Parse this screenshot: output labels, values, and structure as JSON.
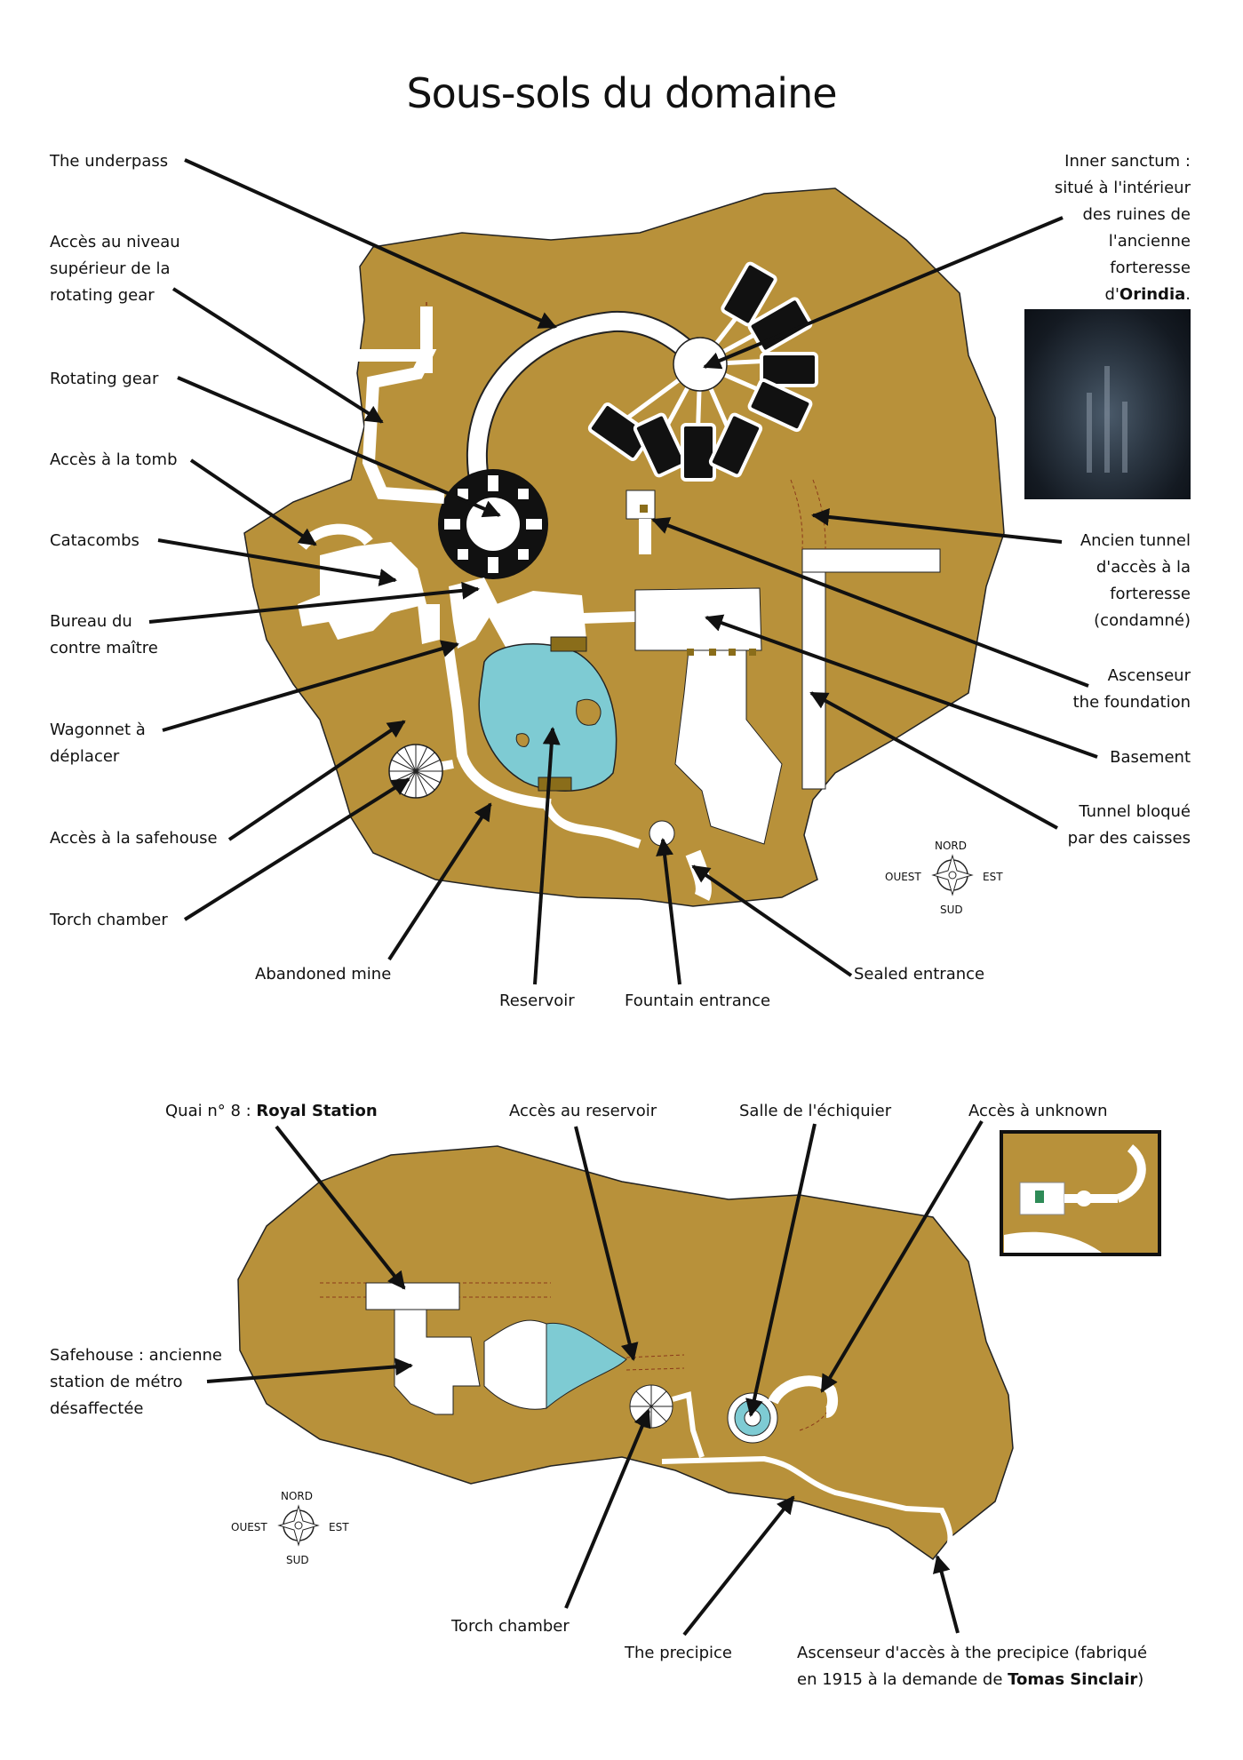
{
  "title": "Sous-sols du domaine",
  "upper_map": {
    "labels_left": [
      {
        "id": "underpass",
        "lines": [
          "The underpass"
        ]
      },
      {
        "id": "acces-niveau-sup",
        "lines": [
          "Accès au niveau",
          "supérieur de la",
          "rotating gear"
        ]
      },
      {
        "id": "rotating-gear",
        "lines": [
          "Rotating gear"
        ]
      },
      {
        "id": "acces-tomb",
        "lines": [
          "Accès à la tomb"
        ]
      },
      {
        "id": "catacombs",
        "lines": [
          "Catacombs"
        ]
      },
      {
        "id": "bureau",
        "lines": [
          "Bureau du",
          "contre maître"
        ]
      },
      {
        "id": "wagonnet",
        "lines": [
          "Wagonnet à",
          "déplacer"
        ]
      },
      {
        "id": "acces-safehouse",
        "lines": [
          "Accès à la safehouse"
        ]
      },
      {
        "id": "torch-chamber",
        "lines": [
          "Torch chamber"
        ]
      }
    ],
    "labels_right": [
      {
        "id": "inner-sanctum",
        "lines": [
          "Inner sanctum :",
          "situé à l'intérieur",
          "des ruines de",
          "l'ancienne",
          "forteresse"
        ],
        "last_prefix": "d'",
        "last_bold": "Orindia",
        "last_suffix": "."
      },
      {
        "id": "ancien-tunnel",
        "lines": [
          "Ancien tunnel",
          "d'accès à la",
          "forteresse",
          "(condamné)"
        ]
      },
      {
        "id": "ascenseur-foundation",
        "lines": [
          "Ascenseur",
          "the foundation"
        ]
      },
      {
        "id": "basement",
        "lines": [
          "Basement"
        ]
      },
      {
        "id": "tunnel-bloque",
        "lines": [
          "Tunnel bloqué",
          "par des caisses"
        ]
      }
    ],
    "labels_bottom": [
      {
        "id": "abandoned-mine",
        "text": "Abandoned mine"
      },
      {
        "id": "reservoir",
        "text": "Reservoir"
      },
      {
        "id": "fountain-entrance",
        "text": "Fountain entrance"
      },
      {
        "id": "sealed-entrance",
        "text": "Sealed entrance"
      }
    ],
    "compass": {
      "north": "NORD",
      "south": "SUD",
      "east": "EST",
      "west": "OUEST"
    },
    "photo_alt": "inner-sanctum-ruins-photo"
  },
  "lower_map": {
    "labels_top": [
      {
        "id": "quai",
        "prefix": "Quai n° 8 : ",
        "bold": "Royal Station"
      },
      {
        "id": "acces-reservoir",
        "text": "Accès au reservoir"
      },
      {
        "id": "salle-echiquier",
        "text": "Salle de l'échiquier"
      },
      {
        "id": "acces-unknown",
        "text": "Accès à unknown"
      }
    ],
    "safehouse": {
      "lines": [
        "Safehouse : ancienne",
        "station de métro",
        "désaffectée"
      ]
    },
    "labels_bottom": [
      {
        "id": "torch-chamber-2",
        "text": "Torch chamber"
      },
      {
        "id": "precipice",
        "text": "The precipice"
      },
      {
        "id": "ascenseur-precipice",
        "line1": "Ascenseur d'accès à the precipice (fabriqué",
        "line2_prefix": "en 1915 à la demande de ",
        "line2_bold": "Tomas Sinclair",
        "line2_suffix": ")"
      }
    ],
    "compass": {
      "north": "NORD",
      "south": "SUD",
      "east": "EST",
      "west": "OUEST"
    }
  },
  "colors": {
    "ground": "#b8913a",
    "water": "#7ecbd3",
    "room": "#ffffff",
    "crate": "#8a6d1a",
    "line": "#111111"
  }
}
